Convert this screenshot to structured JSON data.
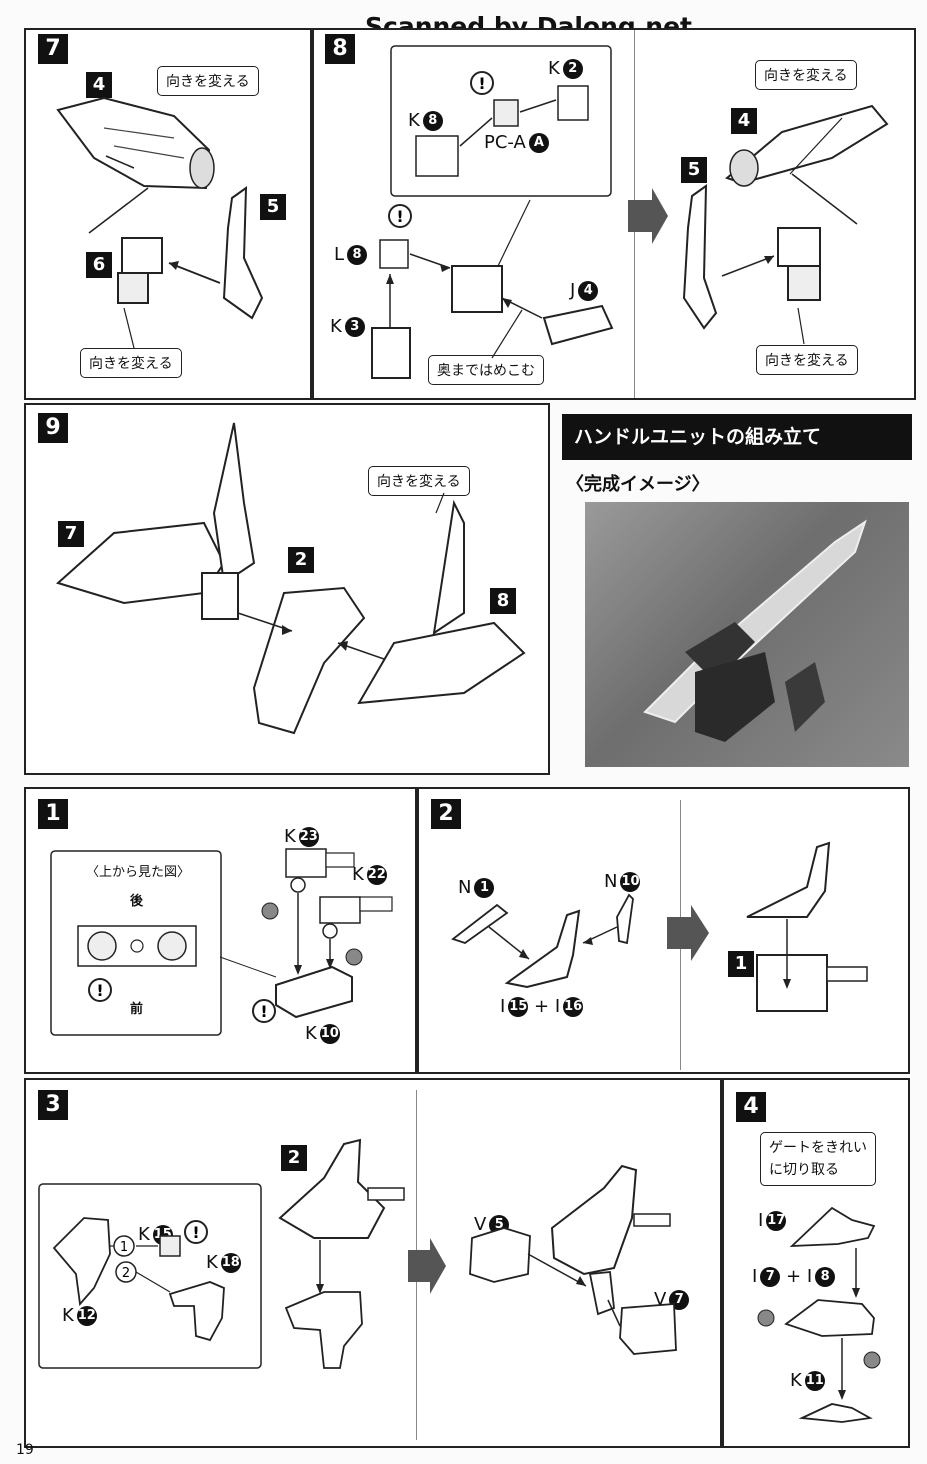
{
  "header": {
    "watermark": "Scanned by Dalong.net"
  },
  "page_number": "19",
  "weapon_steps": {
    "s7": {
      "num": "7",
      "callout": "向きを変える",
      "callout2": "向きを変える",
      "parts": [
        "4",
        "5",
        "6"
      ]
    },
    "s8": {
      "num": "8",
      "callout_right_top": "向きを変える",
      "callout_right_bottom": "向きを変える",
      "callout_push": "奥まではめこむ",
      "labels": {
        "k2": "K",
        "k2n": "2",
        "k8": "K",
        "k8n": "8",
        "pca": "PC-A",
        "pcan": "A",
        "l8": "L",
        "l8n": "8",
        "k3": "K",
        "k3n": "3",
        "j4": "J",
        "j4n": "4"
      },
      "parts_right": [
        "4",
        "5"
      ]
    },
    "s9": {
      "num": "9",
      "callout": "向きを変える",
      "parts": [
        "7",
        "2",
        "8"
      ]
    }
  },
  "handle_unit": {
    "title": "ハンドルユニットの組み立て",
    "subtitle": "〈完成イメージ〉"
  },
  "handle_steps": {
    "h1": {
      "num": "1",
      "inset_title": "〈上から見た図〉",
      "back": "後",
      "front": "前",
      "labels": {
        "k23": "K",
        "k23n": "23",
        "k22": "K",
        "k22n": "22",
        "k10": "K",
        "k10n": "10"
      }
    },
    "h2": {
      "num": "2",
      "labels": {
        "n1": "N",
        "n1n": "1",
        "n10": "N",
        "n10n": "10",
        "i15": "I",
        "i15n": "15",
        "plus": "+",
        "i16": "I",
        "i16n": "16"
      },
      "ref": "1"
    },
    "h3": {
      "num": "3",
      "ref": "2",
      "labels": {
        "k15": "K",
        "k15n": "15",
        "k18": "K",
        "k18n": "18",
        "k12": "K",
        "k12n": "12",
        "v5": "V",
        "v5n": "5",
        "v7": "V",
        "v7n": "7",
        "o1": "1",
        "o2": "2"
      }
    },
    "h4": {
      "num": "4",
      "callout": "ゲートをきれい\nに切り取る",
      "labels": {
        "i17": "I",
        "i17n": "17",
        "i7": "I",
        "i7n": "7",
        "plus": "+",
        "i8": "I",
        "i8n": "8",
        "k11": "K",
        "k11n": "11"
      }
    }
  },
  "caution_icon": "exclamation-icon"
}
